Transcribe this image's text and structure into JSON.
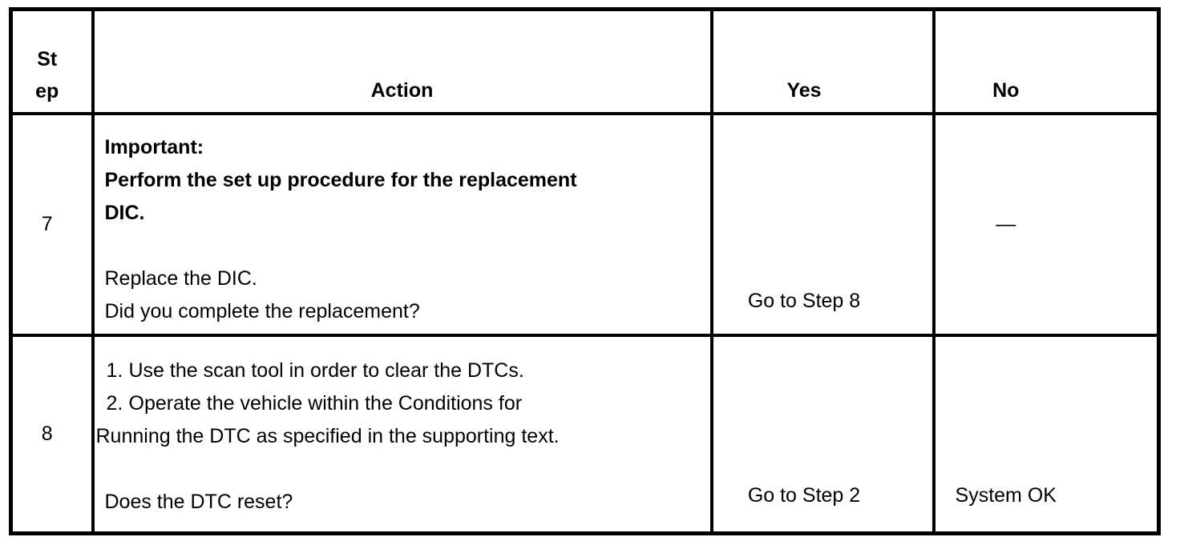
{
  "colors": {
    "table_border": "#000000",
    "text": "#000000",
    "page_background": "#ffffff"
  },
  "table": {
    "headers": {
      "step_lines": [
        "St",
        "ep"
      ],
      "action": "Action",
      "yes": "Yes",
      "no": "No"
    },
    "rows": [
      {
        "step": "7",
        "action": {
          "important_label": "Important:",
          "important_body": [
            "Perform the set up procedure for the replacement",
            "DIC."
          ],
          "instruction": "Replace the DIC.",
          "question": "Did you complete the replacement?"
        },
        "yes": "Go to Step 8",
        "no": "—"
      },
      {
        "step": "8",
        "action": {
          "steps": [
            {
              "number": "1.",
              "text": "Use the scan tool in order to clear the DTCs."
            },
            {
              "number": "2.",
              "text": "Operate the vehicle within the Conditions for"
            }
          ],
          "wrap_line": "Running the DTC as specified in the supporting text.",
          "question": "Does the DTC reset?"
        },
        "yes": "Go to Step 2",
        "no": "System OK"
      }
    ]
  }
}
